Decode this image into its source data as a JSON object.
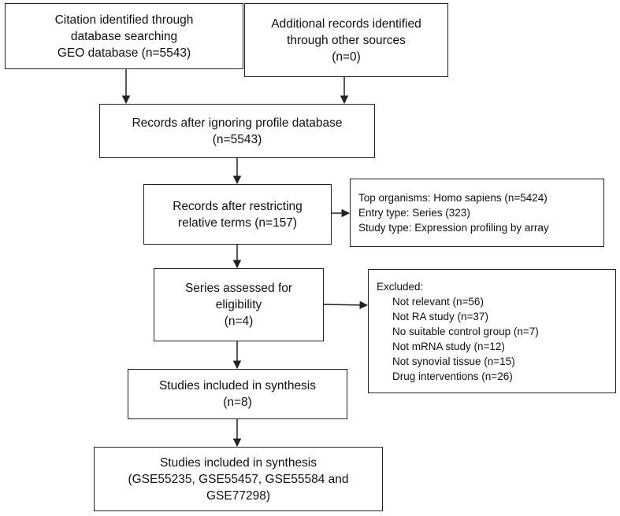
{
  "boxes": {
    "citation": [
      "Citation identified through",
      "database searching",
      "GEO database  (n=5543)"
    ],
    "additional": [
      "Additional records identified",
      "through other sources",
      "(n=0)"
    ],
    "ignoring": [
      "Records after ignoring profile database",
      "(n=5543)"
    ],
    "restricting": [
      "Records after restricting",
      "relative terms (n=157)"
    ],
    "organisms": [
      "Top organisms: Homo sapiens (n=5424)",
      "Entry type: Series (323)",
      "Study type: Expression profiling by array"
    ],
    "series": [
      "Series assessed for",
      "eligibility",
      "(n=4)"
    ],
    "excluded": {
      "title": "Excluded:",
      "items": [
        "Not relevant (n=56)",
        "Not RA study (n=37)",
        "No suitable control group (n=7)",
        "Not mRNA study (n=12)",
        "Not synovial tissue (n=15)",
        "Drug interventions (n=26)"
      ]
    },
    "synthesis1": [
      "Studies included in synthesis",
      "(n=8)"
    ],
    "synthesis2": [
      "Studies included in synthesis",
      "(GSE55235, GSE55457, GSE55584 and",
      "GSE77298)"
    ]
  }
}
